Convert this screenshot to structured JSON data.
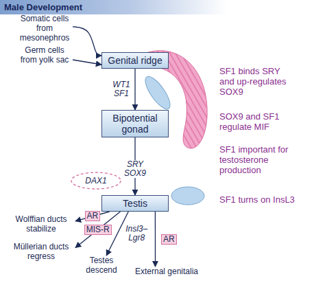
{
  "diagram": {
    "title": "Male Development",
    "nodes": [
      {
        "text": [
          "Somatic cells from mesonephros"
        ]
      },
      {
        "text": [
          "Germ cells from yolk sac"
        ]
      },
      {
        "text": [
          "Genital ridge"
        ]
      },
      {
        "text": [
          "Bipotential gonad"
        ]
      },
      {
        "text": [
          "Testis"
        ]
      },
      {
        "text": [
          "Wolffian ducts stabilize"
        ]
      },
      {
        "text": [
          "Müllerian ducts regress"
        ]
      },
      {
        "text": [
          "Testes descend"
        ]
      },
      {
        "text": [
          "External genitalia"
        ]
      }
    ],
    "edges": [
      {
        "from": 0,
        "to": 2,
        "arrow": "to"
      },
      {
        "from": 1,
        "to": 2,
        "arrow": "to"
      },
      {
        "from": 2,
        "to": 3,
        "label": "WT1 SF1",
        "arrow": "to"
      },
      {
        "from": 3,
        "to": 4,
        "label": "SRY SOX9",
        "arrow": "to"
      },
      {
        "from": 4,
        "to": 5,
        "label": "AR",
        "arrow": "to"
      },
      {
        "from": 4,
        "to": 6,
        "label": "MIS-R",
        "arrow": "to"
      },
      {
        "from": 4,
        "to": 7,
        "label": "Insl3–Lgr8",
        "arrow": "to"
      },
      {
        "from": 4,
        "to": 8,
        "label": "AR",
        "arrow": "to"
      }
    ],
    "labels": [
      "DAX1",
      "SF1 binds SRY and up-regulates SOX9",
      "SOX9 and SF1 regulate MIF",
      "SF1 important for testosterone production",
      "SF1 turns on InsL3"
    ]
  }
}
